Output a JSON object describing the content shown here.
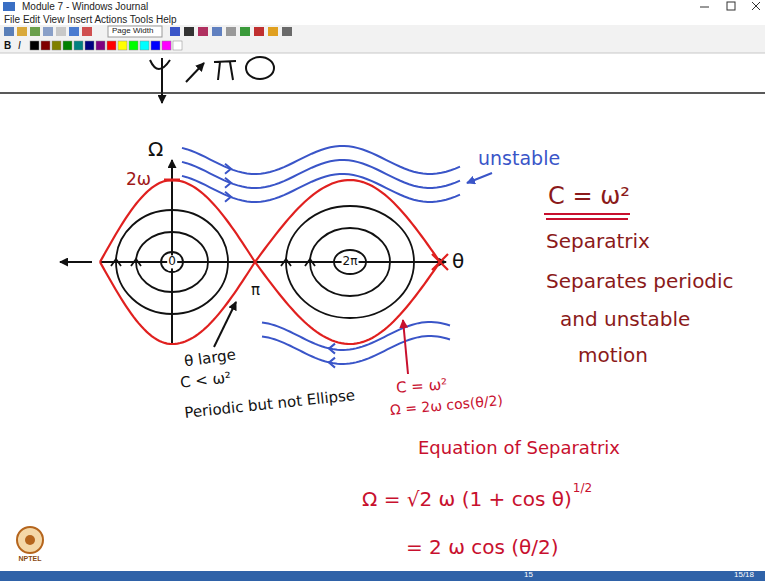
{
  "diagram": {
    "labels": [
      "Module 7 - Windows Journal",
      "File Edit View Insert Actions Tools Help",
      "Page Width",
      "B",
      "I",
      "Ω",
      "2ω",
      "unstable",
      "θ",
      "0",
      "π",
      "2π",
      "θ large",
      "C < ω²",
      "Periodic but not Ellipse",
      "C = ω²",
      "Ω = 2ω cos(θ/2)",
      "C = ω²",
      "Separatrix",
      "Separates periodic",
      "and unstable",
      "motion",
      "Equation of Separatrix",
      "Ω = √2 ω (1 + cos θ)",
      "1/2",
      "= 2 ω cos (θ/2)",
      "NPTEL",
      "15",
      "15/18"
    ]
  }
}
